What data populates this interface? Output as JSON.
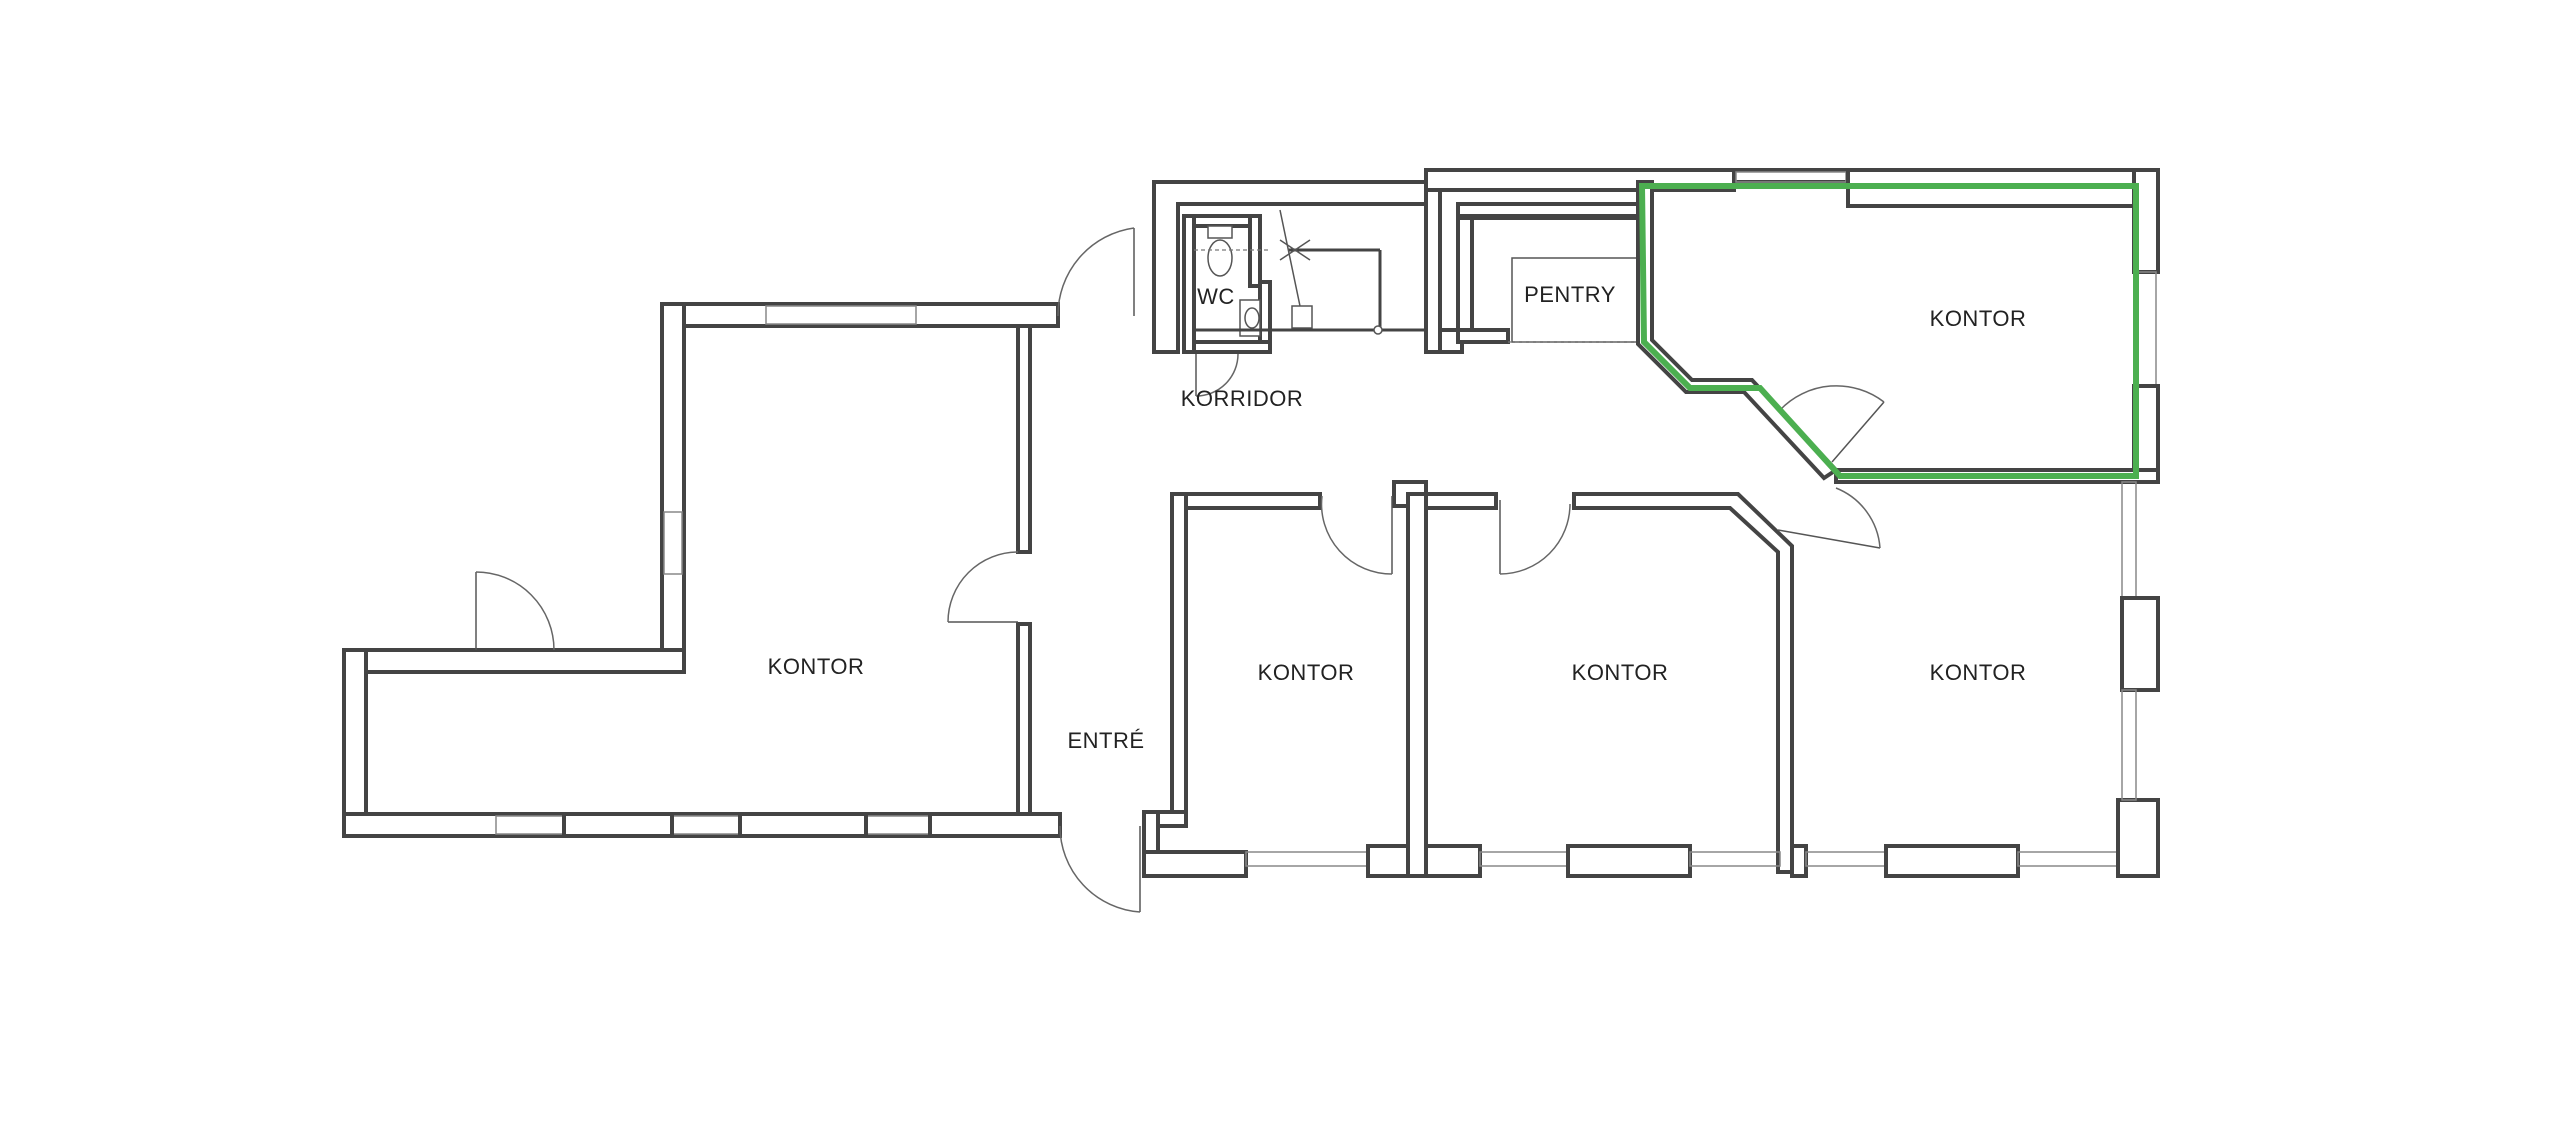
{
  "rooms": {
    "kontor_left": "KONTOR",
    "kontor_top_right": "KONTOR",
    "kontor_mid_1": "KONTOR",
    "kontor_mid_2": "KONTOR",
    "kontor_bottom_right": "KONTOR",
    "pentry": "PENTRY",
    "wc": "WC",
    "korridor": "KORRIDOR",
    "entre": "ENTRÉ"
  },
  "colors": {
    "wall": "#444444",
    "highlight": "#4caf50",
    "background": "#ffffff"
  },
  "highlighted_room": "kontor_top_right"
}
